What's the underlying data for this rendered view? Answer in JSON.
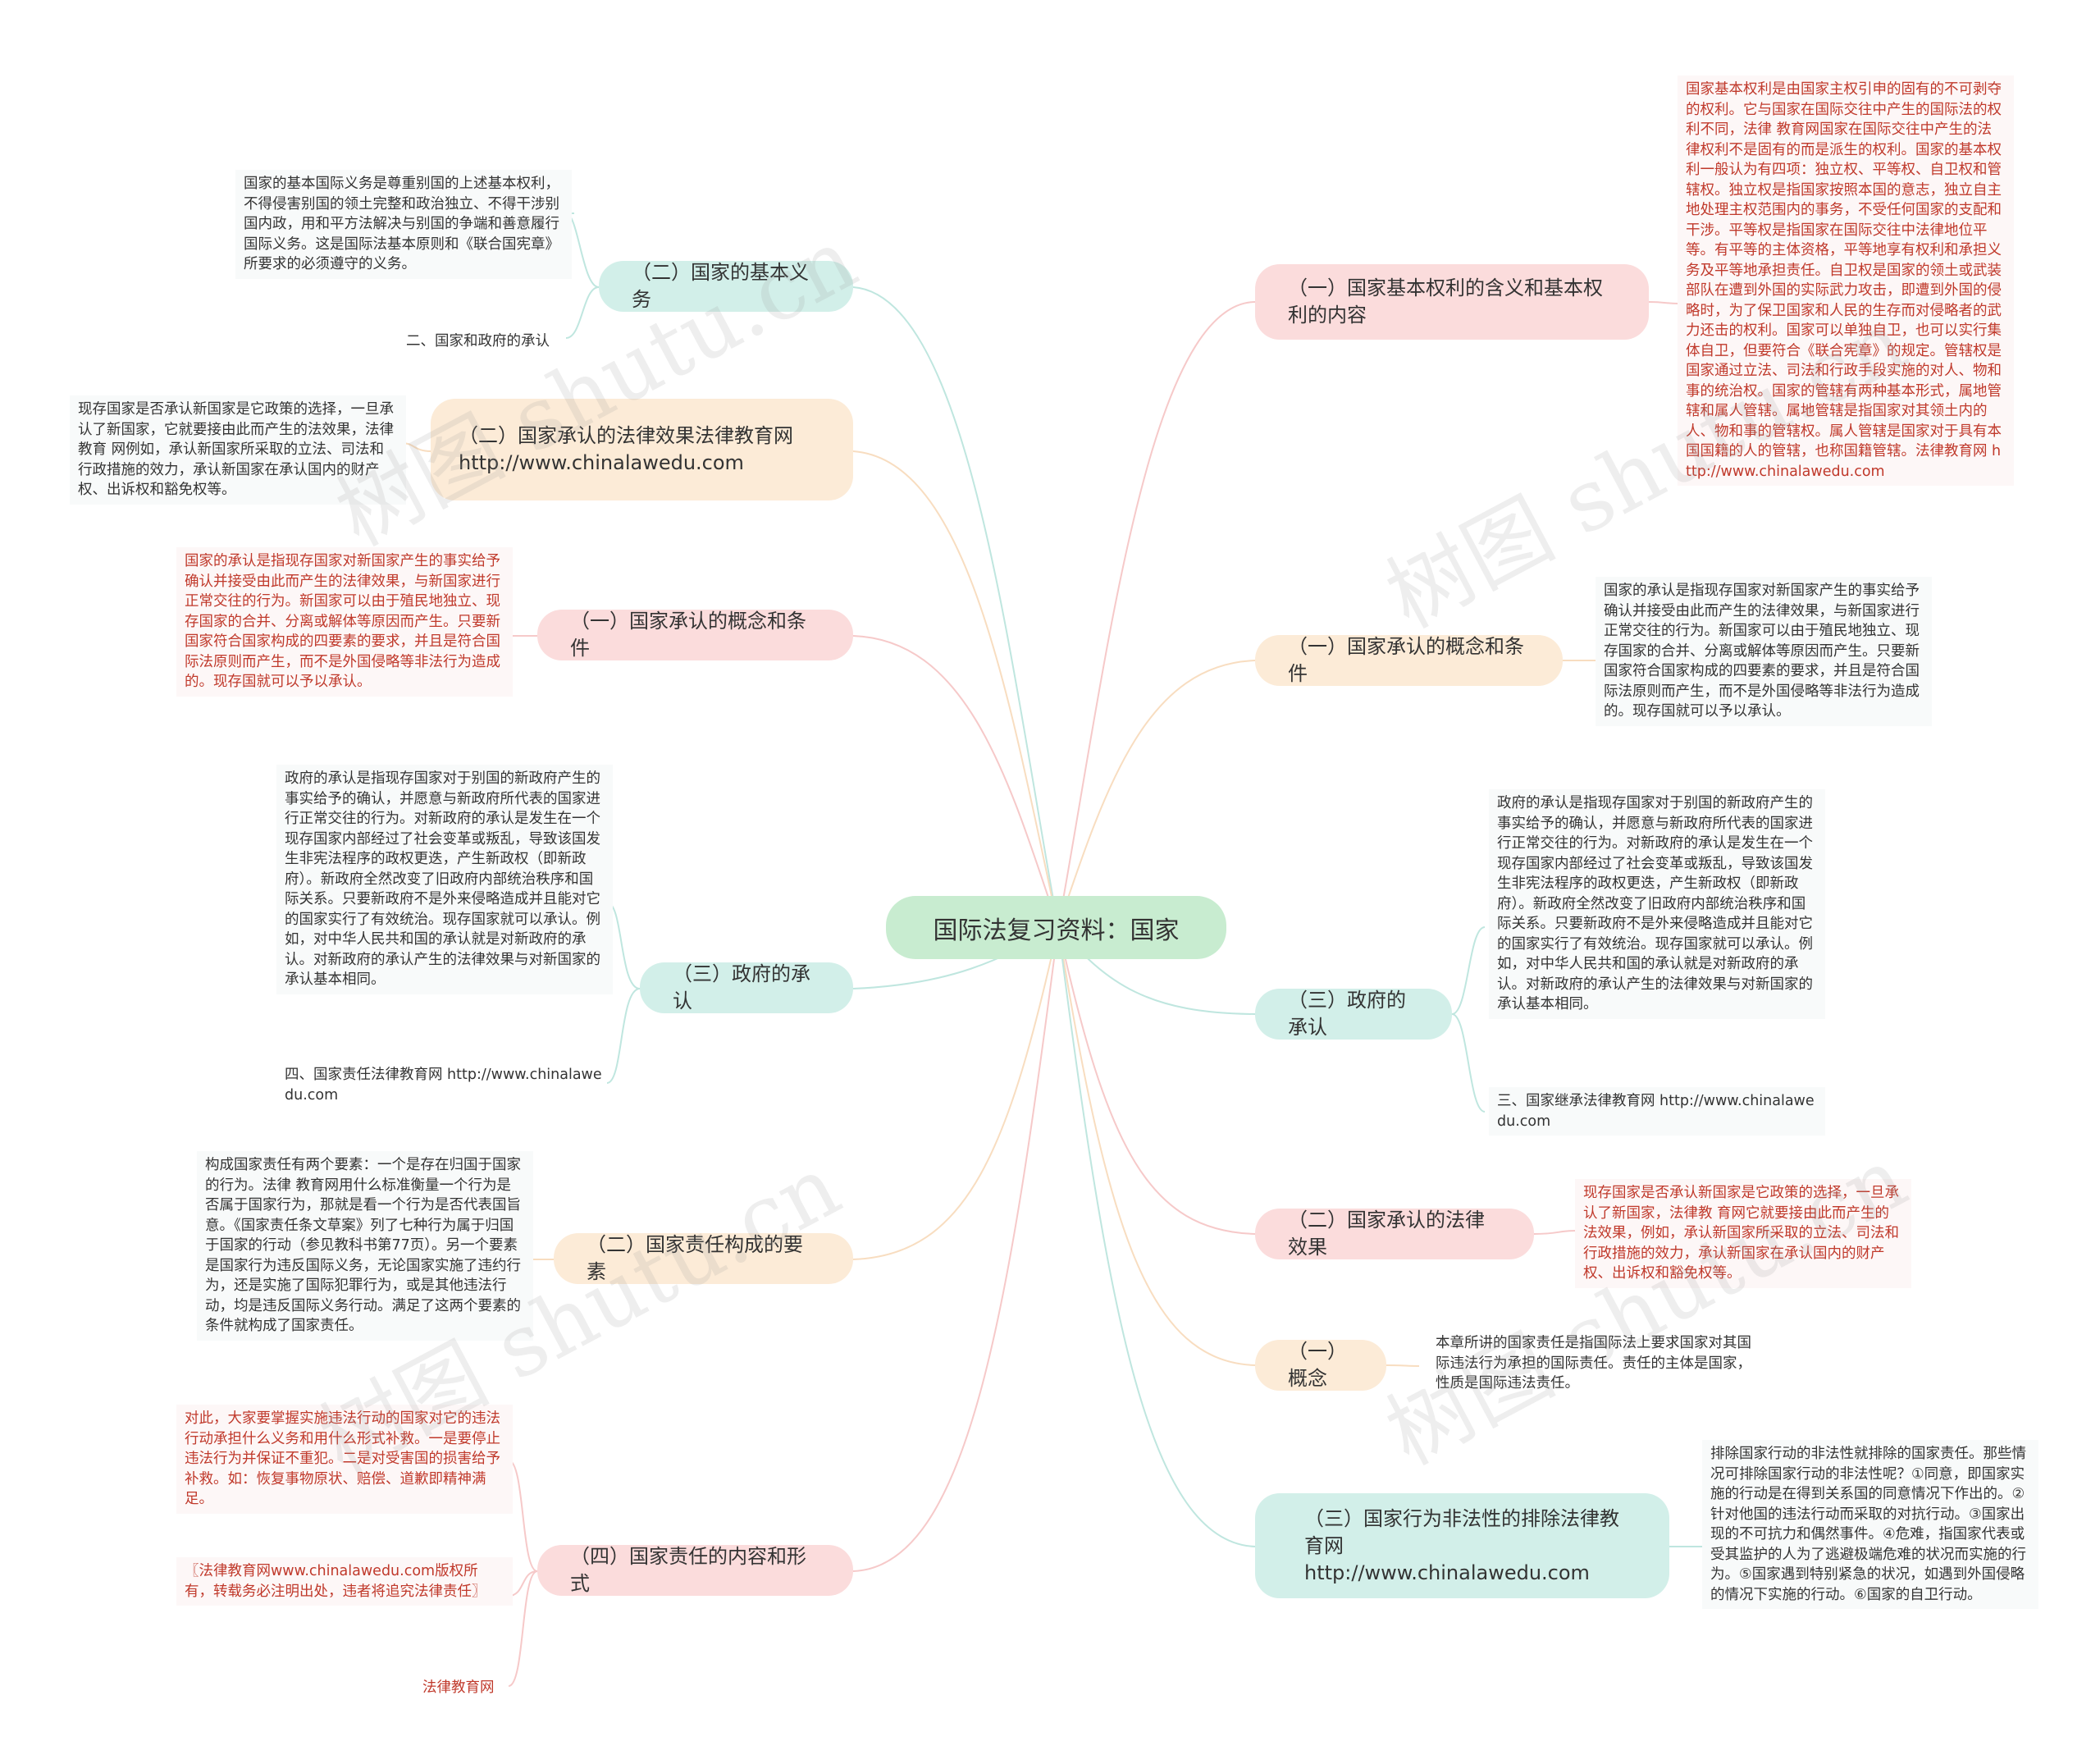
{
  "root": "国际法复习资料：国家",
  "colors": {
    "green_node": "#d2efe9",
    "peach_node": "#fcebd7",
    "pink_node": "#fbdcdc",
    "root_node": "#c8ecd0",
    "red_text": "#c0392b"
  },
  "left": [
    {
      "label": "（二）国家的基本义务",
      "leaves": [
        "国家的基本国际义务是尊重别国的上述基本权利，不得侵害别国的领土完整和政治独立、不得干涉别国内政，用和平方法解决与别国的争端和善意履行国际义务。这是国际法基本原则和《联合国宪章》所要求的必须遵守的义务。",
        "二、国家和政府的承认"
      ]
    },
    {
      "label": "（二）国家承认的法律效果法律教育网 http://www.chinalawedu.com",
      "leaves": [
        "现存国家是否承认新国家是它政策的选择，一旦承认了新国家，它就要接由此而产生的法效果，法律 教育 网例如，承认新国家所采取的立法、司法和行政措施的效力，承认新国家在承认国内的财产权、出诉权和豁免权等。"
      ]
    },
    {
      "label": "（一）国家承认的概念和条件",
      "leaves": [
        "国家的承认是指现存国家对新国家产生的事实给予确认并接受由此而产生的法律效果，与新国家进行正常交往的行为。新国家可以由于殖民地独立、现存国家的合并、分离或解体等原因而产生。只要新国家符合国家构成的四要素的要求，并且是符合国际法原则而产生，而不是外国侵略等非法行为造成的。现存国就可以予以承认。"
      ]
    },
    {
      "label": "（三）政府的承认",
      "leaves": [
        "政府的承认是指现存国家对于别国的新政府产生的事实给予的确认，并愿意与新政府所代表的国家进行正常交往的行为。对新政府的承认是发生在一个现存国家内部经过了社会变革或叛乱，导致该国发生非宪法程序的政权更迭，产生新政权（即新政府）。新政府全然改变了旧政府内部统治秩序和国际关系。只要新政府不是外来侵略造成并且能对它的国家实行了有效统治。现存国家就可以承认。例如，对中华人民共和国的承认就是对新政府的承认。对新政府的承认产生的法律效果与对新国家的承认基本相同。",
        "四、国家责任法律教育网 http://www.chinalawedu.com"
      ]
    },
    {
      "label": "（二）国家责任构成的要素",
      "leaves": [
        "构成国家责任有两个要素：一个是存在归国于国家的行为。法律 教育网用什么标准衡量一个行为是否属于国家行为，那就是看一个行为是否代表国旨意。《国家责任条文草案》列了七种行为属于归国于国家的行动（参见教科书第77页）。另一个要素是国家行为违反国际义务，无论国家实施了违约行为，还是实施了国际犯罪行为，或是其他违法行动，均是违反国际义务行动。满足了这两个要素的条件就构成了国家责任。"
      ]
    },
    {
      "label": "（四）国家责任的内容和形式",
      "leaves": [
        "对此，大家要掌握实施违法行动的国家对它的违法行动承担什么义务和用什么形式补救。一是要停止违法行为并保证不重犯。二是对受害国的损害给予补救。如：恢复事物原状、赔偿、道歉即精神满足。",
        "〖法律教育网www.chinalawedu.com版权所有，转载务必注明出处，违者将追究法律责任〗",
        "法律教育网"
      ]
    }
  ],
  "right": [
    {
      "label": "（一）国家基本权利的含义和基本权利的内容",
      "leaves": [
        "国家基本权利是由国家主权引申的固有的不可剥夺的权利。它与国家在国际交往中产生的国际法的权利不同，法律 教育网国家在国际交往中产生的法律权利不是固有的而是派生的权利。国家的基本权利一般认为有四项：独立权、平等权、自卫权和管辖权。独立权是指国家按照本国的意志，独立自主地处理主权范围内的事务，不受任何国家的支配和干涉。平等权是指国家在国际交往中法律地位平等。有平等的主体资格，平等地享有权利和承担义务及平等地承担责任。自卫权是国家的领土或武装部队在遭到外国的实际武力攻击，即遭到外国的侵略时，为了保卫国家和人民的生存而对侵略者的武力还击的权利。国家可以单独自卫，也可以实行集体自卫，但要符合《联合宪章》的规定。管辖权是国家通过立法、司法和行政手段实施的对人、物和事的统治权。国家的管辖有两种基本形式，属地管辖和属人管辖。属地管辖是指国家对其领土内的人、物和事的管辖权。属人管辖是国家对于具有本国国籍的人的管辖，也称国籍管辖。法律教育网 http://www.chinalawedu.com"
      ]
    },
    {
      "label": "（一）国家承认的概念和条件",
      "leaves": [
        "国家的承认是指现存国家对新国家产生的事实给予确认并接受由此而产生的法律效果，与新国家进行正常交往的行为。新国家可以由于殖民地独立、现存国家的合并、分离或解体等原因而产生。只要新国家符合国家构成的四要素的要求，并且是符合国际法原则而产生，而不是外国侵略等非法行为造成的。现存国就可以予以承认。"
      ]
    },
    {
      "label": "（三）政府的承认",
      "leaves": [
        "政府的承认是指现存国家对于别国的新政府产生的事实给予的确认，并愿意与新政府所代表的国家进行正常交往的行为。对新政府的承认是发生在一个现存国家内部经过了社会变革或叛乱，导致该国发生非宪法程序的政权更迭，产生新政权（即新政府）。新政府全然改变了旧政府内部统治秩序和国际关系。只要新政府不是外来侵略造成并且能对它的国家实行了有效统治。现存国家就可以承认。例如，对中华人民共和国的承认就是对新政府的承认。对新政府的承认产生的法律效果与对新国家的承认基本相同。",
        "三、国家继承法律教育网 http://www.chinalawedu.com"
      ]
    },
    {
      "label": "（二）国家承认的法律效果",
      "leaves": [
        "现存国家是否承认新国家是它政策的选择，一旦承认了新国家，法律教 育网它就要接由此而产生的法效果，例如，承认新国家所采取的立法、司法和行政措施的效力，承认新国家在承认国内的财产权、出诉权和豁免权等。"
      ]
    },
    {
      "label": "（一）概念",
      "leaves": [
        "本章所讲的国家责任是指国际法上要求国家对其国际违法行为承担的国际责任。责任的主体是国家，性质是国际违法责任。"
      ]
    },
    {
      "label": "（三）国家行为非法性的排除法律教育网 http://www.chinalawedu.com",
      "leaves": [
        "排除国家行动的非法性就排除的国家责任。那些情况可排除国家行动的非法性呢？①同意，即国家实施的行动是在得到关系国的同意情况下作出的。②针对他国的违法行动而采取的对抗行动。③国家出现的不可抗力和偶然事件。④危难，指国家代表或受其监护的人为了逃避极端危难的状况而实施的行为。⑤国家遇到特别紧急的状况，如遇到外国侵略的情况下实施的行动。⑥国家的自卫行动。"
      ]
    }
  ],
  "watermark": "树图 shutu.cn"
}
